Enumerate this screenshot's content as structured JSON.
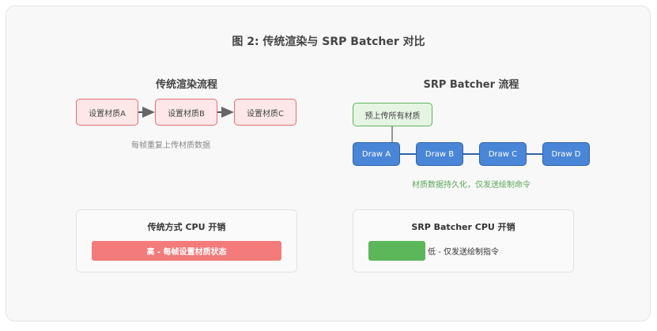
{
  "title": "图 2: 传统渲染与 SRP Batcher 对比",
  "traditional": {
    "heading": "传统渲染流程",
    "steps": [
      "设置材质A",
      "设置材质B",
      "设置材质C"
    ],
    "note": "每帧重复上传材质数据",
    "panel": {
      "title": "传统方式 CPU 开销",
      "bar_label": "高 - 每帧设置材质状态",
      "bar_color": "#f37b7b",
      "level": 1.0
    }
  },
  "srp": {
    "heading": "SRP Batcher 流程",
    "upload": "预上传所有材质",
    "draws": [
      "Draw A",
      "Draw B",
      "Draw C",
      "Draw D"
    ],
    "note": "材质数据持久化，仅发送绘制命令",
    "note_color": "#5aa856",
    "panel": {
      "title": "SRP Batcher CPU 开销",
      "bar_label": "低 - 仅发送绘制指令",
      "bar_color": "#5cb65a",
      "level": 0.3
    }
  }
}
